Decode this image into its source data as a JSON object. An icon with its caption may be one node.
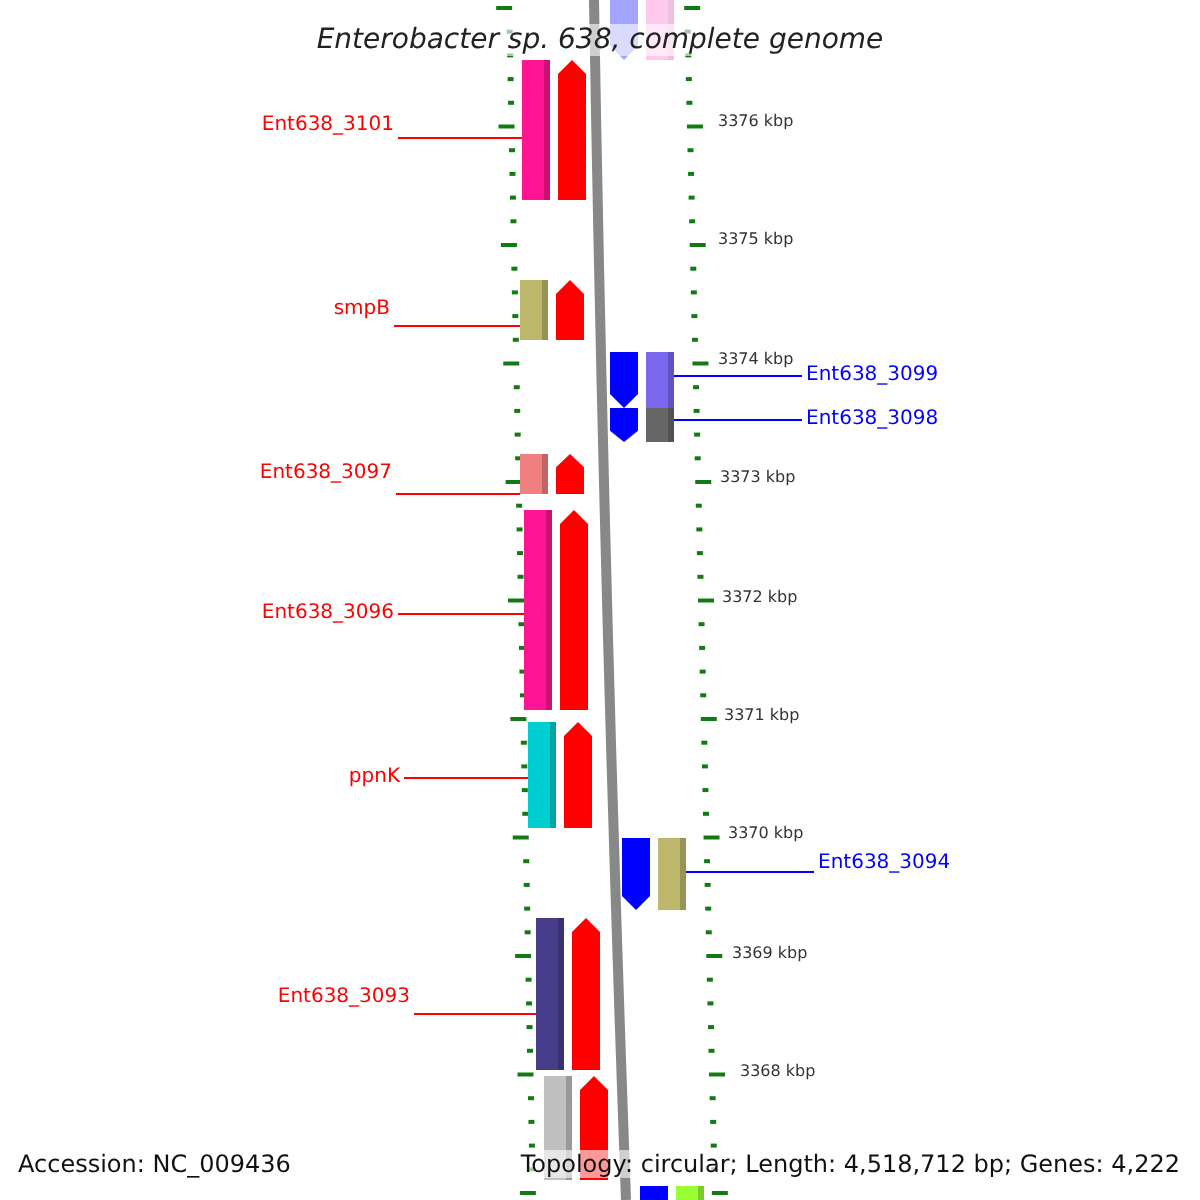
{
  "diagram": {
    "title": "Enterobacter sp. 638, complete genome",
    "nodes": [
      {
        "text": [],
        "shape": "bar"
      },
      {
        "text": [
          "Ent638_3101"
        ]
      },
      {
        "text": [],
        "shape": "bar"
      },
      {
        "text": [
          "smpB"
        ]
      },
      {
        "text": [],
        "shape": "bar"
      },
      {
        "text": [],
        "shape": "bar"
      },
      {
        "text": [
          "Ent638_3099"
        ]
      },
      {
        "text": [],
        "shape": "bar"
      },
      {
        "text": [
          "Ent638_3098"
        ]
      },
      {
        "text": [
          "Ent638_3097"
        ]
      },
      {
        "text": [],
        "shape": "bar"
      },
      {
        "text": [
          "Ent638_3096"
        ]
      },
      {
        "text": [],
        "shape": "bar"
      },
      {
        "text": [
          "ppnK"
        ]
      },
      {
        "text": [],
        "shape": "bar"
      },
      {
        "text": [],
        "shape": "bar"
      },
      {
        "text": [
          "Ent638_3094"
        ]
      },
      {
        "text": [
          "Ent638_3093"
        ]
      },
      {
        "text": [],
        "shape": "bar"
      },
      {
        "text": [],
        "shape": "bar"
      },
      {
        "text": [],
        "shape": "bar"
      }
    ],
    "edges": [
      {
        "from": 1,
        "to": 2,
        "arrow": "none"
      },
      {
        "from": 3,
        "to": 4,
        "arrow": "none"
      },
      {
        "from": 6,
        "to": 5,
        "arrow": "none",
        "color": "#0000ff"
      },
      {
        "from": 8,
        "to": 7,
        "arrow": "none",
        "color": "#0000ff"
      },
      {
        "from": 9,
        "to": 10,
        "arrow": "none"
      },
      {
        "from": 11,
        "to": 12,
        "arrow": "none"
      },
      {
        "from": 13,
        "to": 14,
        "arrow": "none"
      },
      {
        "from": 16,
        "to": 15,
        "arrow": "none",
        "color": "#0000ff"
      },
      {
        "from": 17,
        "to": 18,
        "arrow": "none"
      }
    ],
    "labels": [
      "3376 kbp",
      "3375 kbp",
      "3374 kbp",
      "3373 kbp",
      "3372 kbp",
      "3371 kbp",
      "3370 kbp",
      "3369 kbp",
      "3368 kbp",
      "Accession: NC_009436",
      "Topology: circular; Length: 4,518,712 bp; Genes: 4,222"
    ]
  }
}
